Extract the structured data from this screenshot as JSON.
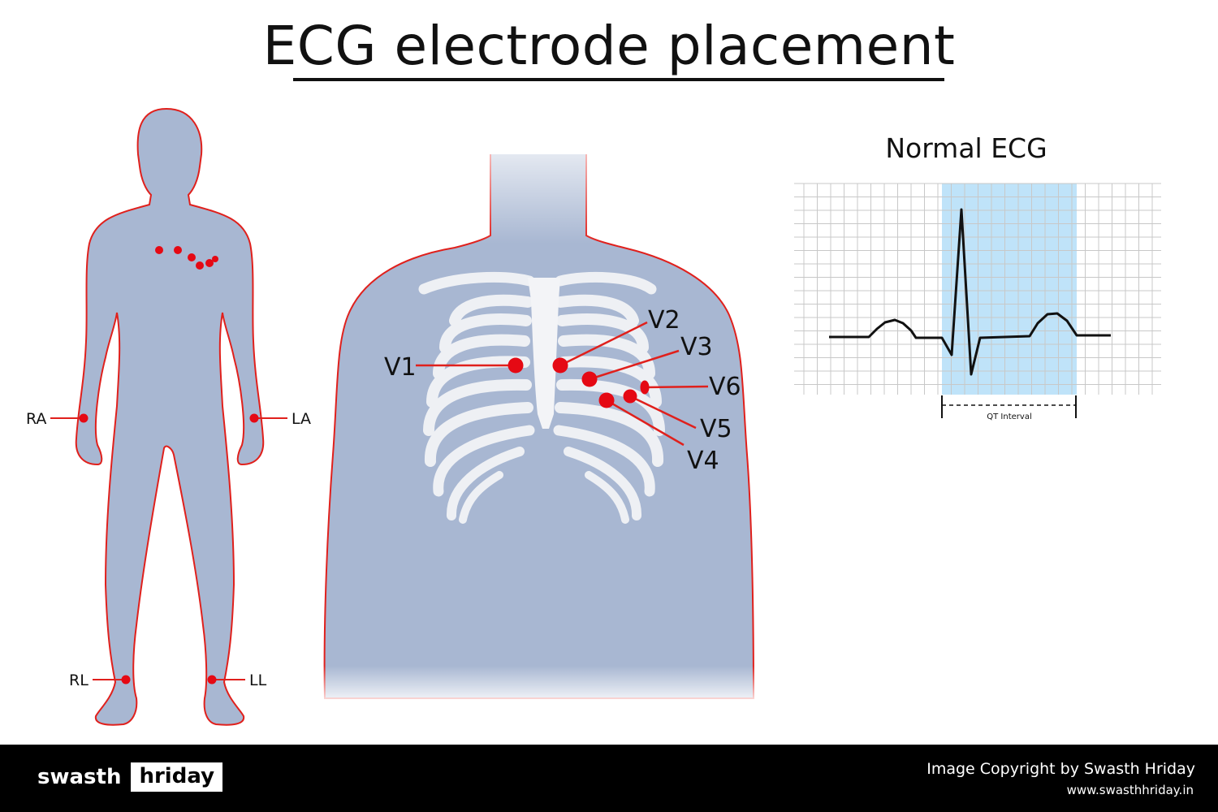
{
  "title": "ECG electrode placement",
  "colors": {
    "body": "#a8b7d2",
    "outline": "#e0201c",
    "electrode": "#e50914",
    "ribs": "#eef0f4",
    "qt_band": "#bfe3f9",
    "grid": "#c8c8c8",
    "footer": "#000000"
  },
  "limb_leads": {
    "ra": "RA",
    "la": "LA",
    "rl": "RL",
    "ll": "LL"
  },
  "chest_leads": {
    "v1": "V1",
    "v2": "V2",
    "v3": "V3",
    "v4": "V4",
    "v5": "V5",
    "v6": "V6"
  },
  "ecg": {
    "title": "Normal ECG",
    "qt_label": "QT Interval"
  },
  "footer": {
    "logo_word": "swasth",
    "logo_box": "hriday",
    "copyright": "Image Copyright by Swasth Hriday",
    "website": "www.swasthhriday.in"
  }
}
